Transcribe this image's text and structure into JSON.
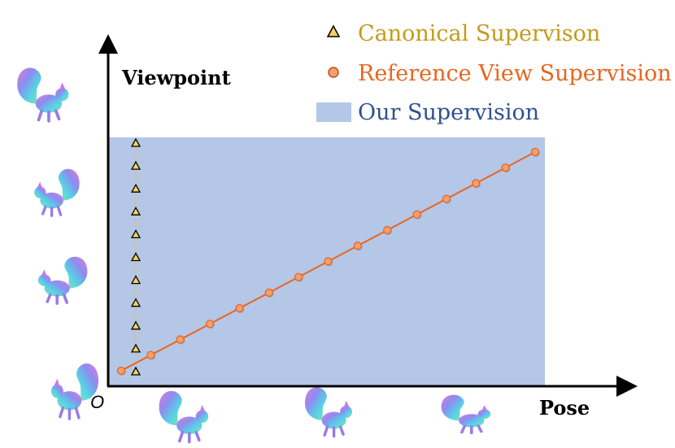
{
  "axes": {
    "y_label": "Viewpoint",
    "x_label": "Pose",
    "origin_label": "O"
  },
  "legend": {
    "canonical": "Canonical Supervison",
    "reference": "Reference View Supervision",
    "ours": "Our Supervision"
  },
  "colors": {
    "region": "#b4c7e7",
    "reference_line": "#e8651f",
    "reference_marker": "#f0a070",
    "canonical_marker": "#f5d060",
    "canonical_line": "#d8c08a",
    "canonical_text": "#c49a1a",
    "reference_text": "#e8651f",
    "ours_text": "#2f528f",
    "axis": "#000000"
  },
  "series": {
    "canonical_count": 11,
    "reference_count": 15
  },
  "icons": {
    "viewpoint_samples": [
      "squirrel-icon",
      "squirrel-icon",
      "squirrel-icon",
      "squirrel-icon"
    ],
    "pose_samples": [
      "squirrel-icon",
      "squirrel-icon",
      "squirrel-icon"
    ]
  }
}
